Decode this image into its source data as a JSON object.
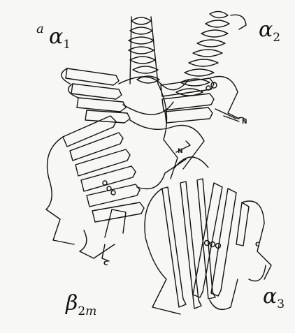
{
  "figure": {
    "panel_letter": "a",
    "domain_labels": {
      "alpha1": {
        "symbol": "α",
        "subscript": "1"
      },
      "alpha2": {
        "symbol": "α",
        "subscript": "2"
      },
      "alpha3": {
        "symbol": "α",
        "subscript": "3"
      },
      "beta2m": {
        "symbol": "β",
        "subscript": "2",
        "suffix": "m"
      }
    },
    "terminus_labels": {
      "n_top": "N",
      "n_mid": "N",
      "c_left": "C",
      "c_right": "C"
    },
    "colors": {
      "background": "#f7f7f5",
      "ink": "#111111"
    }
  }
}
